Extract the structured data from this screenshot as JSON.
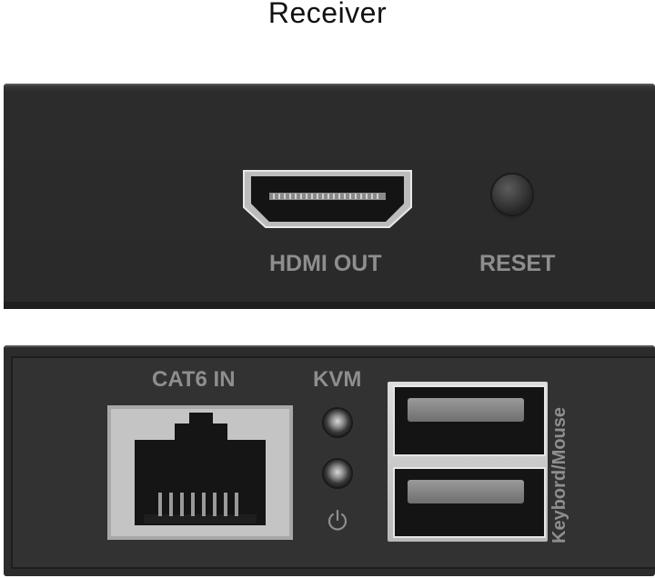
{
  "title": "Receiver",
  "top_panel": {
    "hdmi_label": "HDMI OUT",
    "reset_label": "RESET",
    "icons": [
      "hdmi-port-icon",
      "reset-button-icon"
    ]
  },
  "bottom_panel": {
    "cat6_label": "CAT6 IN",
    "kvm_label": "KVM",
    "usb_label": "Keybord/Mouse",
    "icons": [
      "rj45-port-icon",
      "kvm-led-icon",
      "power-led-icon",
      "power-icon",
      "usb-port-icon"
    ]
  },
  "colors": {
    "panel": "#2c2c2c",
    "label": "#8e8e8e",
    "background": "#ffffff"
  }
}
